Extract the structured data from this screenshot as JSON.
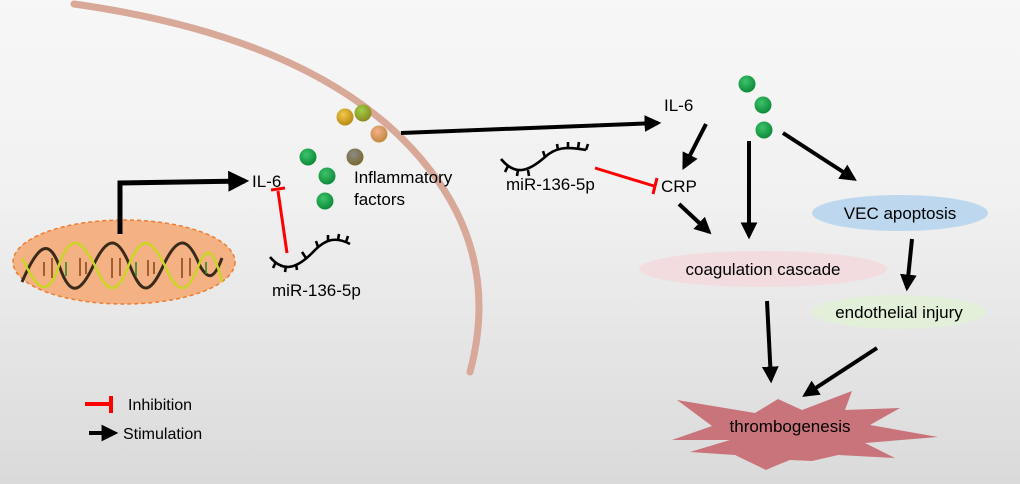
{
  "diagram": {
    "title": "miR-136-5p inhibits IL-6 mediated thrombogenesis",
    "nucleus": {
      "label": "DNA",
      "fill": "#f4b183",
      "border": "#ed7d31"
    },
    "cell_membrane_color": "#d8a898",
    "labels": {
      "il6_left": "IL-6",
      "il6_right": "IL-6",
      "inflammatory_line1": "Inflammatory",
      "inflammatory_line2": "factors",
      "mirna_left": "miR-136-5p",
      "mirna_right": "miR-136-5p",
      "crp": "CRP",
      "coagulation": "coagulation cascade",
      "vec": "VEC apoptosis",
      "endothelial": "endothelial injury",
      "thrombogenesis": "thrombogenesis"
    },
    "node_colors": {
      "coagulation": "#f2dcdf",
      "vec": "#bdd7ee",
      "endothelial": "#e2efd9",
      "thrombogenesis": "#c9737a",
      "factor_green": "#1fa04a",
      "inhibition": "#ff0000",
      "stimulation": "#000000"
    },
    "legend": {
      "inhibition": "Inhibition",
      "stimulation": "Stimulation"
    },
    "edges": [
      {
        "from": "DNA",
        "to": "IL-6",
        "type": "stimulation"
      },
      {
        "from": "miR-136-5p",
        "to": "IL-6",
        "type": "inhibition"
      },
      {
        "from": "Inflammatory factors",
        "to": "IL-6 (extracellular)",
        "type": "stimulation"
      },
      {
        "from": "IL-6",
        "to": "CRP",
        "type": "stimulation"
      },
      {
        "from": "miR-136-5p",
        "to": "CRP",
        "type": "inhibition"
      },
      {
        "from": "CRP",
        "to": "coagulation cascade",
        "type": "stimulation"
      },
      {
        "from": "Inflammatory factors",
        "to": "coagulation cascade",
        "type": "stimulation"
      },
      {
        "from": "Inflammatory factors",
        "to": "VEC apoptosis",
        "type": "stimulation"
      },
      {
        "from": "VEC apoptosis",
        "to": "endothelial injury",
        "type": "stimulation"
      },
      {
        "from": "coagulation cascade",
        "to": "thrombogenesis",
        "type": "stimulation"
      },
      {
        "from": "endothelial injury",
        "to": "thrombogenesis",
        "type": "stimulation"
      }
    ]
  }
}
